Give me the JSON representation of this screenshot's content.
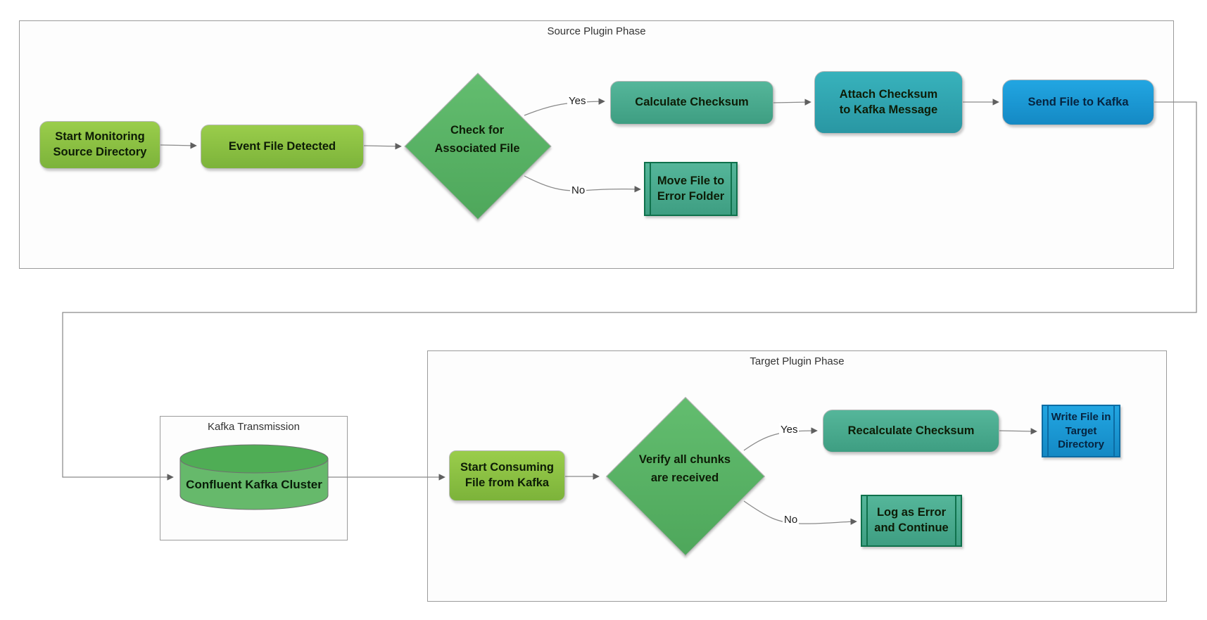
{
  "phases": {
    "source": {
      "title": "Source Plugin Phase"
    },
    "target": {
      "title": "Target Plugin Phase"
    },
    "kafka": {
      "title": "Kafka Transmission"
    }
  },
  "nodes": {
    "start_monitoring": {
      "label": "Start Monitoring\nSource Directory",
      "type": "rounded",
      "color": "#8CC43F"
    },
    "event_detected": {
      "label": "Event File Detected",
      "type": "rounded",
      "color": "#8CC43F"
    },
    "check_associated": {
      "label": "Check for\nAssociated File",
      "type": "decision",
      "color": "#5BB567"
    },
    "calculate_checksum": {
      "label": "Calculate Checksum",
      "type": "rounded",
      "color": "#48AC8F"
    },
    "attach_checksum": {
      "label": "Attach Checksum\nto Kafka Message",
      "type": "rounded",
      "color": "#2FA7B2"
    },
    "send_file": {
      "label": "Send File to Kafka",
      "type": "rounded",
      "color": "#1A9BD7"
    },
    "move_file_error": {
      "label": "Move File to\nError Folder",
      "type": "subroutine",
      "color": "#35A287"
    },
    "kafka_cluster": {
      "label": "Confluent Kafka Cluster",
      "type": "cylinder",
      "color": "#66B96B"
    },
    "start_consuming": {
      "label": "Start Consuming\nFile from Kafka",
      "type": "rounded",
      "color": "#8CC43F"
    },
    "verify_chunks": {
      "label": "Verify all chunks\nare received",
      "type": "decision",
      "color": "#5BB567"
    },
    "recalculate_checksum": {
      "label": "Recalculate Checksum",
      "type": "rounded",
      "color": "#48AC8F"
    },
    "write_file": {
      "label": "Write File in\nTarget Directory",
      "type": "subroutine",
      "color": "#1A9BD7"
    },
    "log_error": {
      "label": "Log as Error\nand Continue",
      "type": "subroutine",
      "color": "#35A287"
    }
  },
  "edge_labels": {
    "check_yes": "Yes",
    "check_no": "No",
    "verify_yes": "Yes",
    "verify_no": "No"
  },
  "colors": {
    "green_light": "#9ACD4B",
    "green_dark": "#7CB33A",
    "diamond_light": "#63BD6F",
    "diamond_dark": "#4EA75B",
    "seafoam_light": "#55B69A",
    "seafoam_dark": "#3E9E82",
    "teal_light": "#38B2BC",
    "teal_dark": "#2997A3",
    "blue_light": "#22A6E2",
    "blue_dark": "#1489C4",
    "sub_green_border": "#0F714C",
    "sub_blue_border": "#0C6CA4",
    "cyl_top": "#4FAD55",
    "cyl_body": "#66B96B",
    "cyl_stroke": "#707070",
    "edge": "#8a8a8a",
    "arrowhead": "#5f5f5f",
    "phase_border": "#9b9b9b",
    "phase_fill": "#fdfdfd",
    "title_text": "#333333",
    "node_text": "#0d1c06",
    "blue_text": "#062440",
    "label_text": "#1b1b1b"
  }
}
